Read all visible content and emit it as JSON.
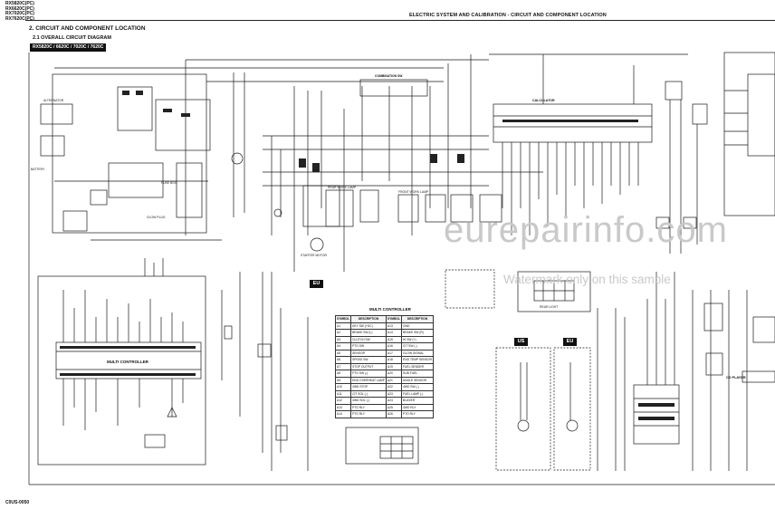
{
  "header": {
    "model_lines": [
      "RX5820C(PC)",
      "RX6620C(PC)",
      "RX7020C(PC)",
      "RX7620C(PC)"
    ],
    "title": "ELECTRIC SYSTEM AND CALIBRATION - CIRCUIT AND COMPONENT LOCATION"
  },
  "section": {
    "heading": "2. CIRCUIT AND COMPONENT LOCATION",
    "subheading": "2.1 OVERALL CIRCUIT DIAGRAM",
    "model_bar": "RX5820C / 6620C / 7020C / 7620C"
  },
  "labels": {
    "multi_controller_box": "MULTI CONTROLLER",
    "multi_controller_table_title": "MULTI CONTROLLER",
    "calculator": "CALCULATOR",
    "combination_switch": "COMBINATION SW",
    "us": "US",
    "eu": "EU",
    "eu_center": "EU",
    "cd_player": "CD PLAYER",
    "glow_plug": "GLOW PLUG",
    "alternator": "ALTERNATOR",
    "battery": "BATTERY",
    "starter": "STARTER MOTOR",
    "front_work_lamp": "FRONT WORK LAMP",
    "rear_work_lamp": "REAR WORK LAMP",
    "fuse_box": "FUSE BOX",
    "rear_light": "REAR LIGHT"
  },
  "table": {
    "headers": [
      "SYMBOL",
      "DESCRIPTION",
      "SYMBOL",
      "DESCRIPTION"
    ],
    "rows": [
      [
        "A1",
        "KEY SW (+DC)",
        "A13",
        "GND"
      ],
      [
        "A2",
        "BRAKE SW (L)",
        "A14",
        "BRAKE SW (R)"
      ],
      [
        "A3",
        "CLUTCH SW",
        "A15",
        "HI SW (+)"
      ],
      [
        "A4",
        "PTO SW",
        "A16",
        "CIT SW (-)"
      ],
      [
        "A5",
        "SENSOR",
        "A17",
        "GLOW SIGNAL"
      ],
      [
        "A6",
        "SPEED SW",
        "A18",
        "ENG TEMP SENSOR"
      ],
      [
        "A7",
        "STOP OUTPUT",
        "A19",
        "FUEL SENDER"
      ],
      [
        "A8",
        "PTO SW (-)",
        "A20",
        "SUB FUEL"
      ],
      [
        "A9",
        "ENG OVERHEAT LAMP",
        "A21",
        "ANGLE SENSOR"
      ],
      [
        "A10",
        "4WD STOP",
        "A22",
        "4WD SW (-)"
      ],
      [
        "A11",
        "CIT SOL (-)",
        "A23",
        "FUEL LAMP (-)"
      ],
      [
        "A12",
        "4WD SOL (-)",
        "A24",
        "BUZZER"
      ],
      [
        "A13",
        "PTO RLY",
        "A25",
        "4WD RLY"
      ],
      [
        "A14",
        "PTO RLY",
        "A26",
        "PTO RLY"
      ]
    ]
  },
  "watermark": {
    "main": "eurepairinfo.com",
    "sub": "Watermark only on this sample"
  },
  "footer": {
    "code": "C0US-0050"
  }
}
